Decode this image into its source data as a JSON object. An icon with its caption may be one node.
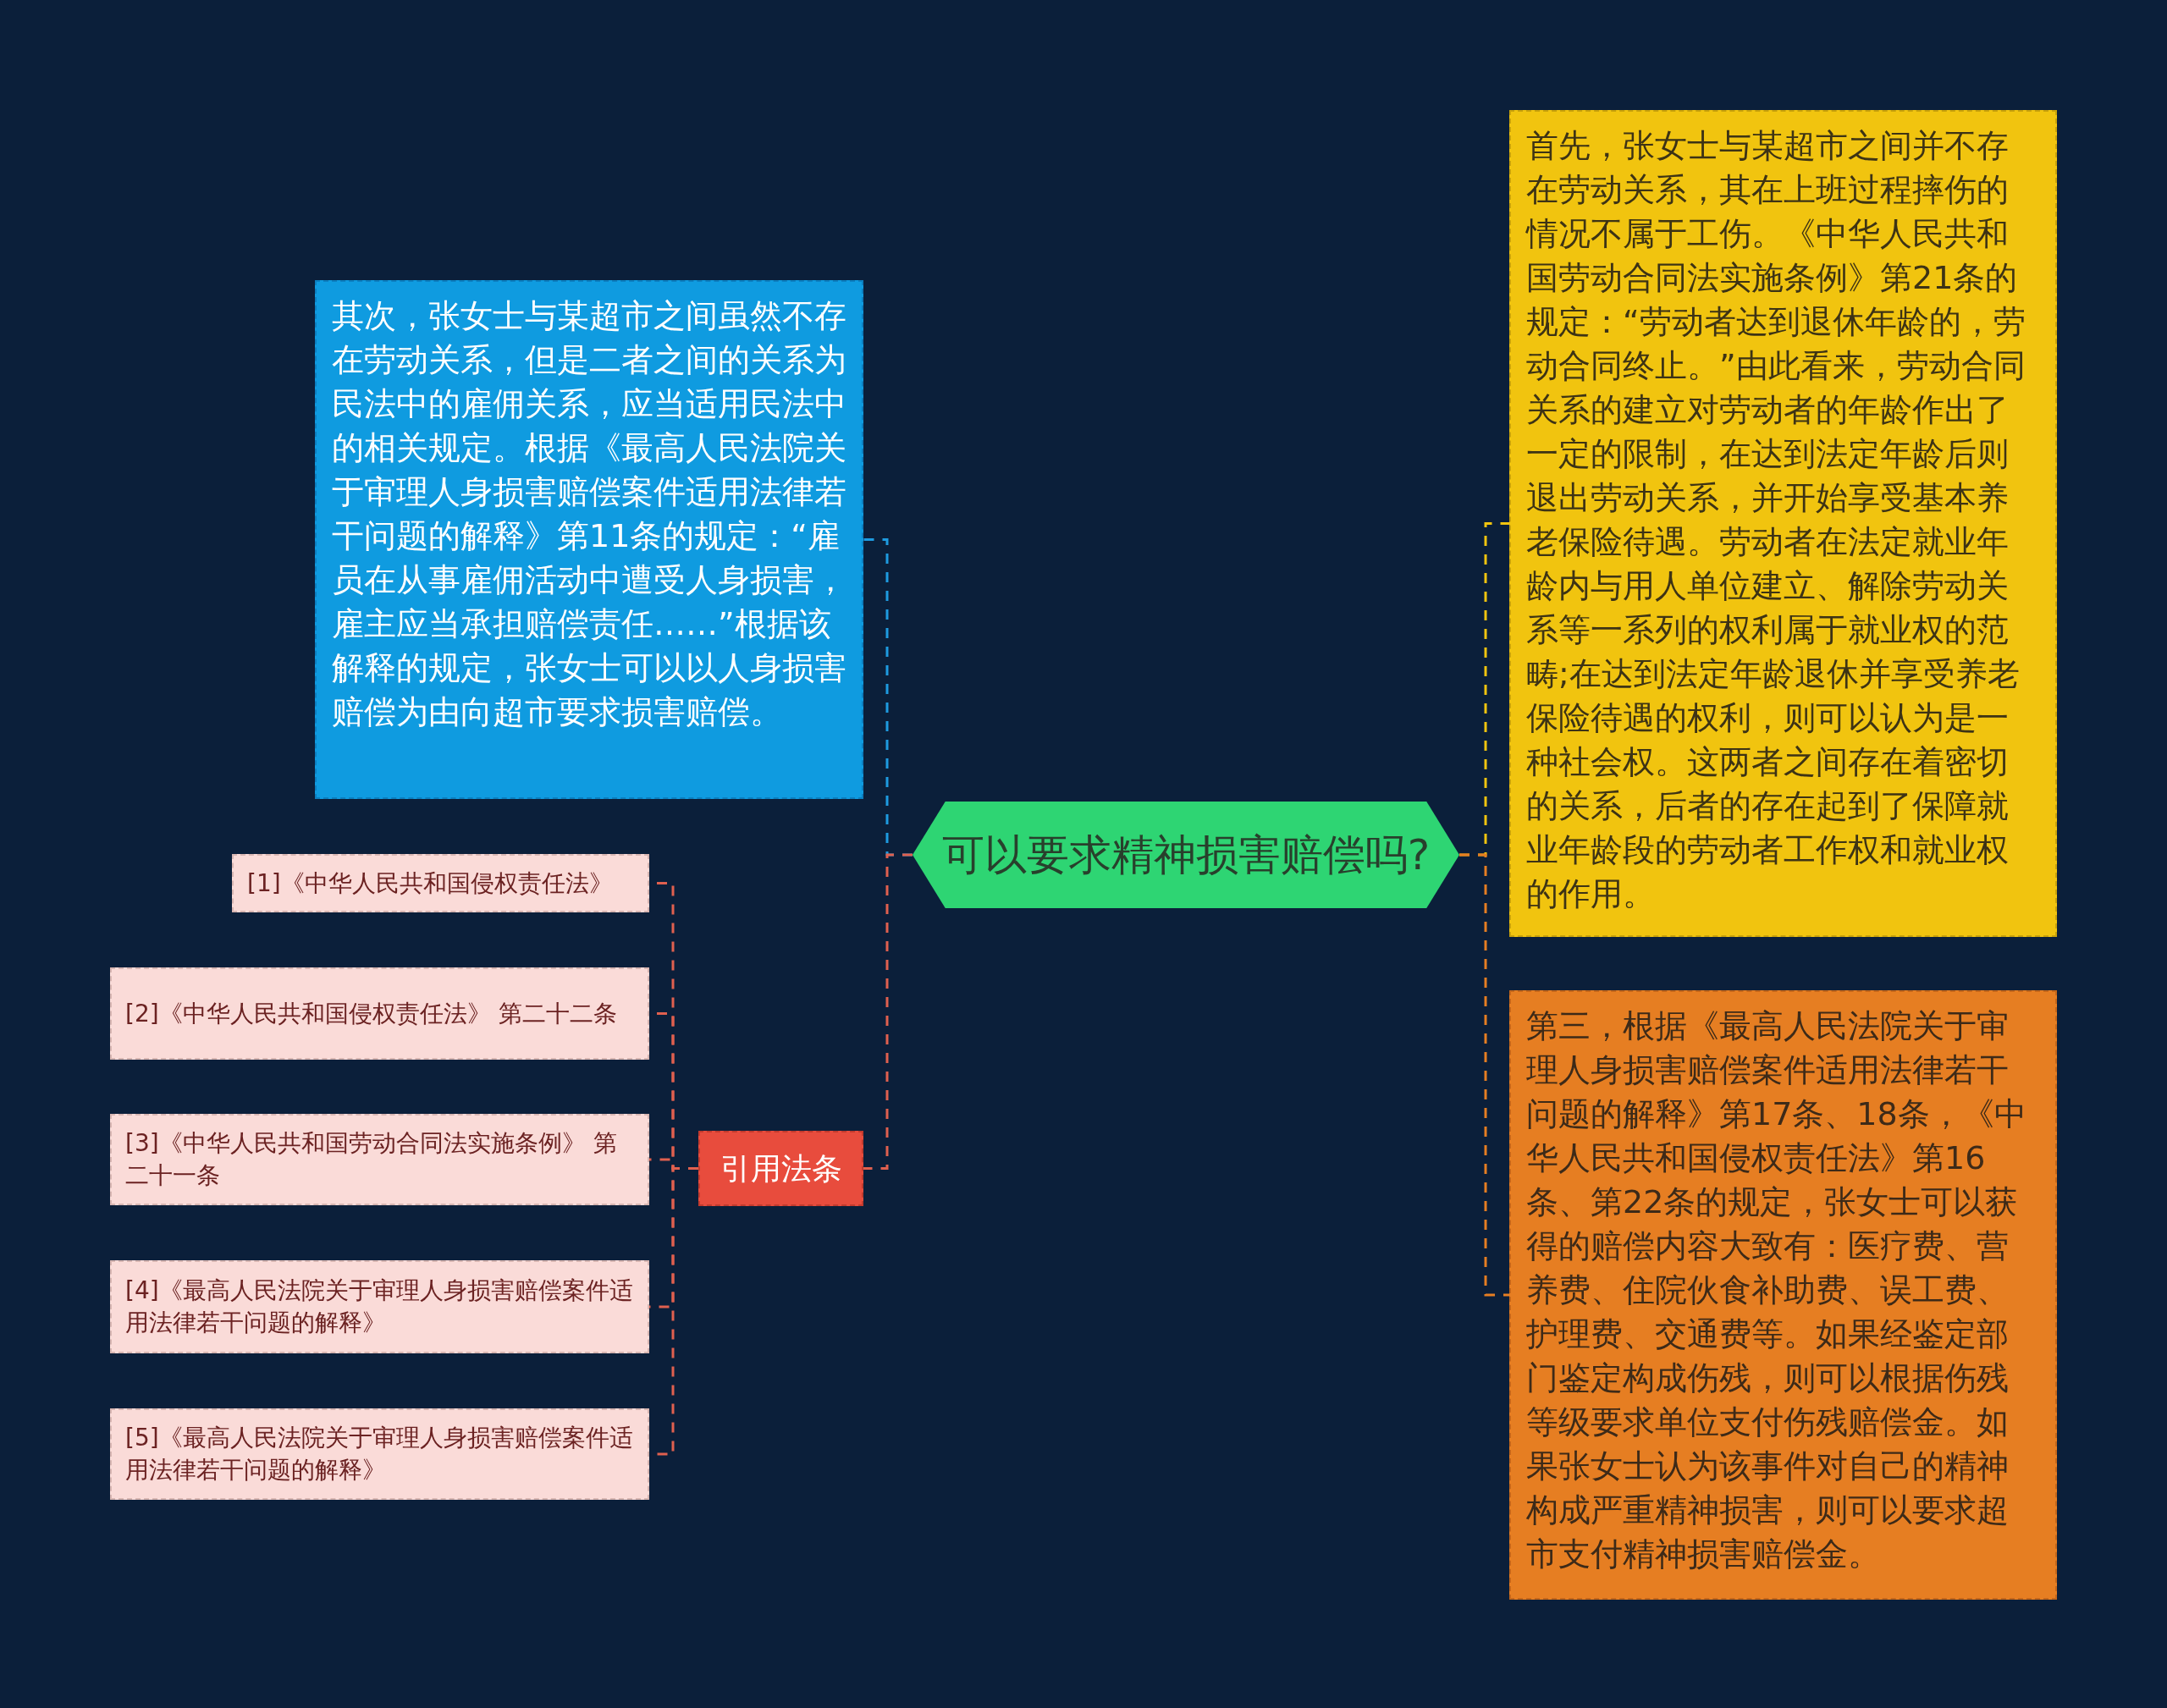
{
  "diagram": {
    "nodes": [
      {
        "text": [
          "可以要求精神损害赔偿吗?"
        ]
      },
      {
        "text": [
          "首先，张女士与某超市之间并不存在劳动关系，其在上班过程摔伤的情况不属于工伤。《中华人民共和国劳动合同法实施条例》第21条的规定：“劳动者达到退休年龄的，劳动合同终止。”由此看来，劳动合同关系的建立对劳动者的年龄作出了一定的限制，在达到法定年龄后则退出劳动关系，并开始享受基本养老保险待遇。劳动者在法定就业年龄内与用人单位建立、解除劳动关系等一系列的权利属于就业权的范畴;在达到法定年龄退休并享受养老保险待遇的权利，则可以认为是一种社会权。这两者之间存在着密切的关系，后者的存在起到了保障就业年龄段的劳动者工作权和就业权的作用。"
        ]
      },
      {
        "text": [
          "其次，张女士与某超市之间虽然不存在劳动关系，但是二者之间的关系为民法中的雇佣关系，应当适用民法中的相关规定。根据《最高人民法院关于审理人身损害赔偿案件适用法律若干问题的解释》第11条的规定：“雇员在从事雇佣活动中遭受人身损害，雇主应当承担赔偿责任……”根据该解释的规定，张女士可以以人身损害赔偿为由向超市要求损害赔偿。"
        ]
      },
      {
        "text": [
          "第三，根据《最高人民法院关于审理人身损害赔偿案件适用法律若干问题的解释》第17条、18条，《中华人民共和国侵权责任法》第16条、第22条的规定，张女士可以获得的赔偿内容大致有：医疗费、营养费、住院伙食补助费、误工费、护理费、交通费等。如果经鉴定部门鉴定构成伤残，则可以根据伤残等级要求单位支付伤残赔偿金。如果张女士认为该事件对自己的精神构成严重精神损害，则可以要求超市支付精神损害赔偿金。"
        ]
      },
      {
        "text": [
          "引用法条"
        ]
      },
      {
        "text": [
          "[1]《中华人民共和国侵权责任法》"
        ]
      },
      {
        "text": [
          "[2]《中华人民共和国侵权责任法》 第二十二条"
        ]
      },
      {
        "text": [
          "[3]《中华人民共和国劳动合同法实施条例》 第二十一条"
        ]
      },
      {
        "text": [
          "[4]《最高人民法院关于审理人身损害赔偿案件适用法律若干问题的解释》"
        ]
      },
      {
        "text": [
          "[5]《最高人民法院关于审理人身损害赔偿案件适用法律若干问题的解释》"
        ]
      }
    ],
    "edges": [
      {
        "from": 0,
        "to": 1,
        "arrow": "none",
        "style": "dashed",
        "color": "#f1c40f"
      },
      {
        "from": 0,
        "to": 2,
        "arrow": "none",
        "style": "dashed",
        "color": "#1e9be0"
      },
      {
        "from": 0,
        "to": 3,
        "arrow": "none",
        "style": "dashed",
        "color": "#e67e22"
      },
      {
        "from": 0,
        "to": 4,
        "arrow": "none",
        "style": "dashed"
      },
      {
        "from": 4,
        "to": 5,
        "arrow": "none",
        "style": "dashed"
      },
      {
        "from": 4,
        "to": 6,
        "arrow": "none",
        "style": "dashed"
      },
      {
        "from": 4,
        "to": 7,
        "arrow": "none",
        "style": "dashed"
      },
      {
        "from": 4,
        "to": 8,
        "arrow": "none",
        "style": "dashed"
      },
      {
        "from": 4,
        "to": 9,
        "arrow": "none",
        "style": "dashed"
      }
    ]
  }
}
